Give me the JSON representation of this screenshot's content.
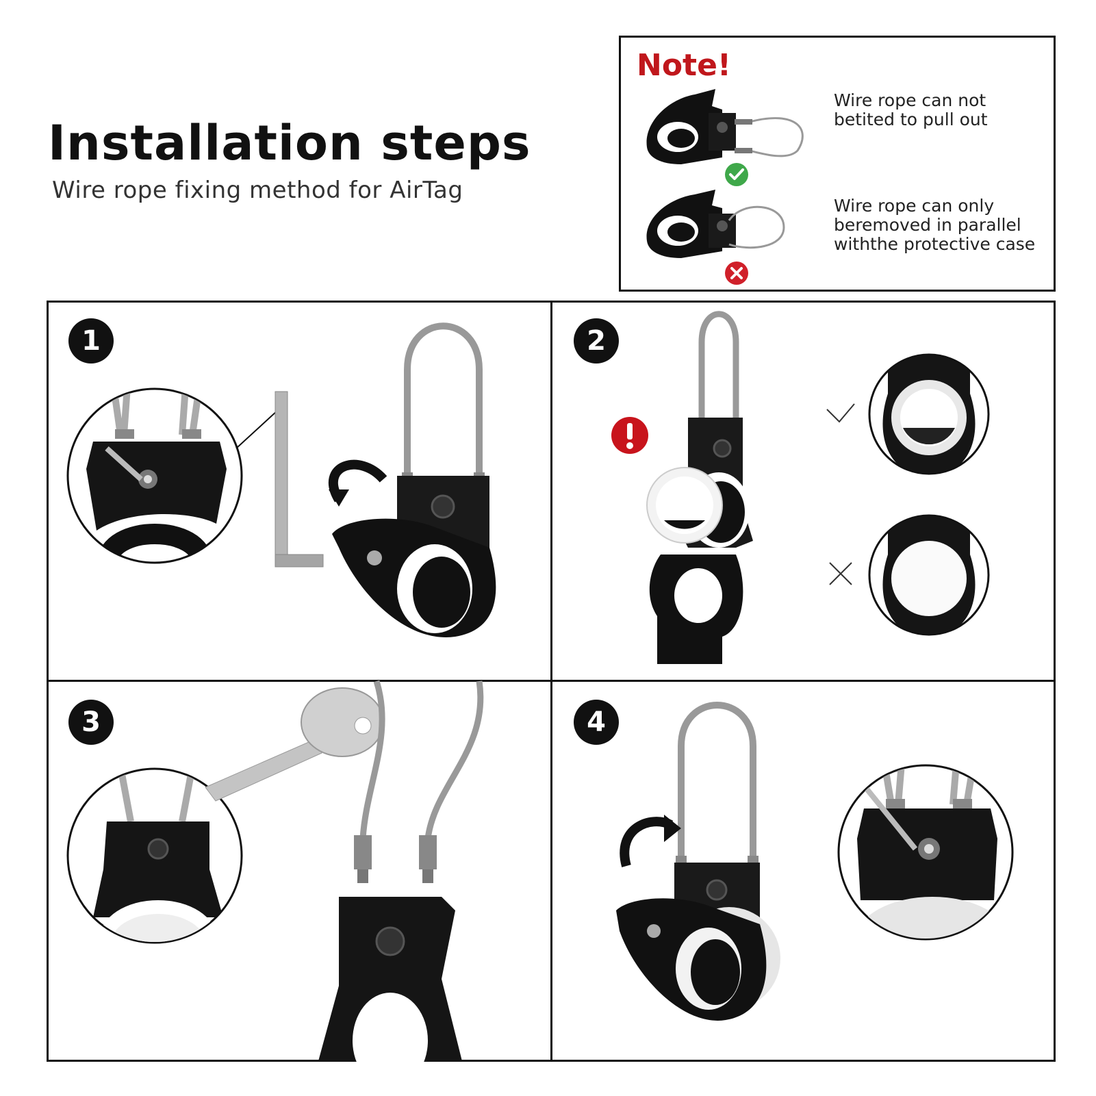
{
  "header": {
    "title": "Installation steps",
    "subtitle": "Wire rope fixing method for AirTag"
  },
  "note": {
    "title": "Note!",
    "correct_text": "Wire rope can not\nbetited to pull out",
    "wrong_text": "Wire rope can only\nberemoved in parallel\nwiththe protective case"
  },
  "steps": [
    {
      "number": "1"
    },
    {
      "number": "2"
    },
    {
      "number": "3"
    },
    {
      "number": "4"
    }
  ],
  "colors": {
    "note_red": "#c0171c",
    "check_green": "#3fa84a",
    "cross_red": "#d0202a",
    "warning_red": "#c8141c",
    "body_black": "#111111",
    "cable_gray": "#9a9a9a"
  }
}
